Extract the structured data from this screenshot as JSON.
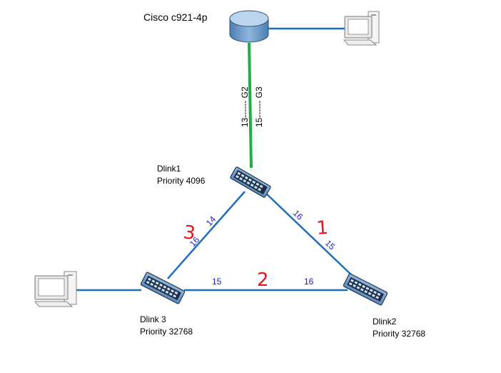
{
  "router": {
    "label": "Cisco c921-4p"
  },
  "uplink": {
    "left": "13------ G2",
    "right": "15------ G3"
  },
  "dlink1": {
    "name": "Dlink1",
    "priority": "Priority 4096"
  },
  "dlink2": {
    "name": "Dlink2",
    "priority": "Priority 32768"
  },
  "dlink3": {
    "name": "Dlink 3",
    "priority": "Priority 32768"
  },
  "ports": {
    "d1_left": "14",
    "d3_top": "16",
    "d1_right": "16",
    "d2_top": "15",
    "d3_right": "15",
    "d2_left": "16"
  },
  "annotations": {
    "left_link": "3",
    "bottom_link": "2",
    "right_link": "1"
  },
  "colors": {
    "link": "#1f6fc0",
    "uplink": "#1fae48",
    "port_label": "#1a1acd",
    "annotation": "#e8141e"
  }
}
